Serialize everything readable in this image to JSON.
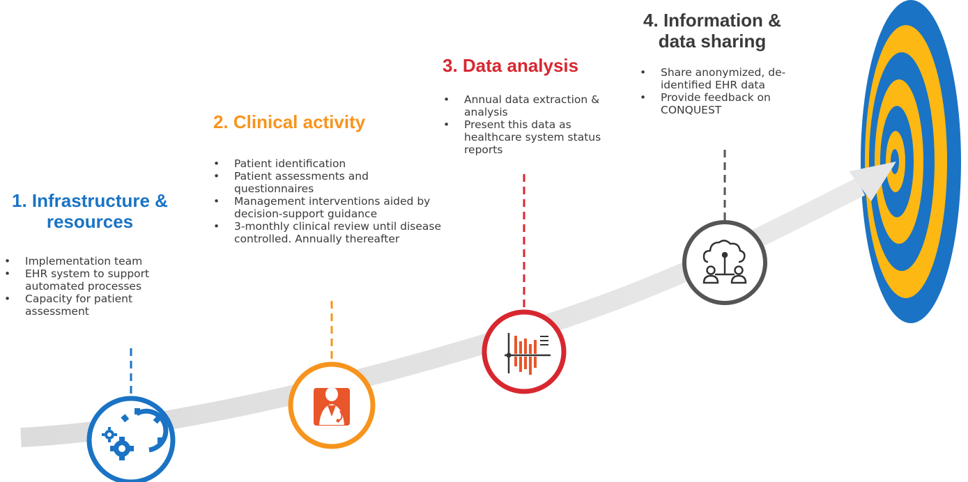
{
  "steps": [
    {
      "title": "1. Infrastructure & resources",
      "color": "#1a73c4",
      "icon": "gears-icon",
      "bullets": [
        "Implementation team",
        "EHR system to support automated processes",
        "Capacity for patient assessment"
      ]
    },
    {
      "title": "2. Clinical activity",
      "color": "#f7941d",
      "icon": "doctor-icon",
      "bullets": [
        "Patient identification",
        "Patient assessments and questionnaires",
        "Management interventions aided by decision-support guidance",
        "3-monthly clinical review until disease controlled. Annually thereafter"
      ]
    },
    {
      "title": "3. Data analysis",
      "color": "#d7272f",
      "icon": "bar-chart-icon",
      "bullets": [
        "Annual data extraction & analysis",
        "Present this data as healthcare system status reports"
      ]
    },
    {
      "title": "4. Information & data sharing",
      "color": "#555555",
      "icon": "cloud-share-icon",
      "bullets": [
        "Share anonymized, de-identified EHR data",
        "Provide feedback on CONQUEST"
      ]
    }
  ],
  "target": {
    "ring_colors": [
      "#1a73c4",
      "#fdb813"
    ]
  }
}
